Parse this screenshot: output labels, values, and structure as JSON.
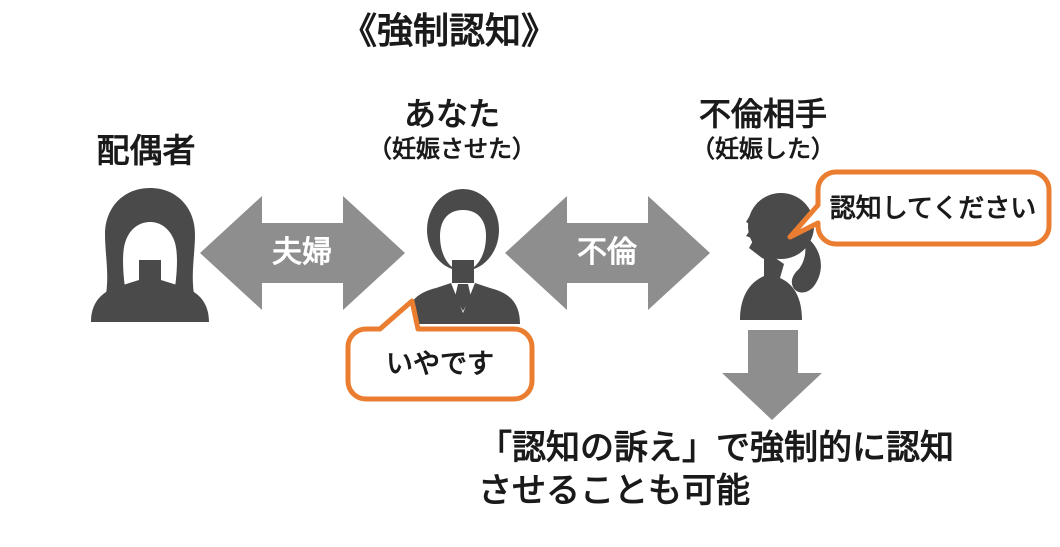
{
  "title": "《強制認知》",
  "people": {
    "spouse": {
      "label": "配偶者"
    },
    "you": {
      "label": "あなた",
      "sublabel": "（妊娠させた）"
    },
    "affair_partner": {
      "label": "不倫相手",
      "sublabel": "（妊娠した）"
    }
  },
  "relations": {
    "marriage_label": "夫婦",
    "affair_label": "不倫"
  },
  "speech_bubbles": {
    "request": "認知してください",
    "refusal": "いやです"
  },
  "conclusion": {
    "line1": "「認知の訴え」で強制的に認知",
    "line2": "させることも可能"
  },
  "colors": {
    "figure": "#4a4a4a",
    "arrow": "#8e8e8e",
    "bubble_border": "#eb7d31",
    "bubble_fill": "#ffffff",
    "arrow_text": "#ffffff",
    "text": "#1a1a1a",
    "background": "#ffffff"
  }
}
